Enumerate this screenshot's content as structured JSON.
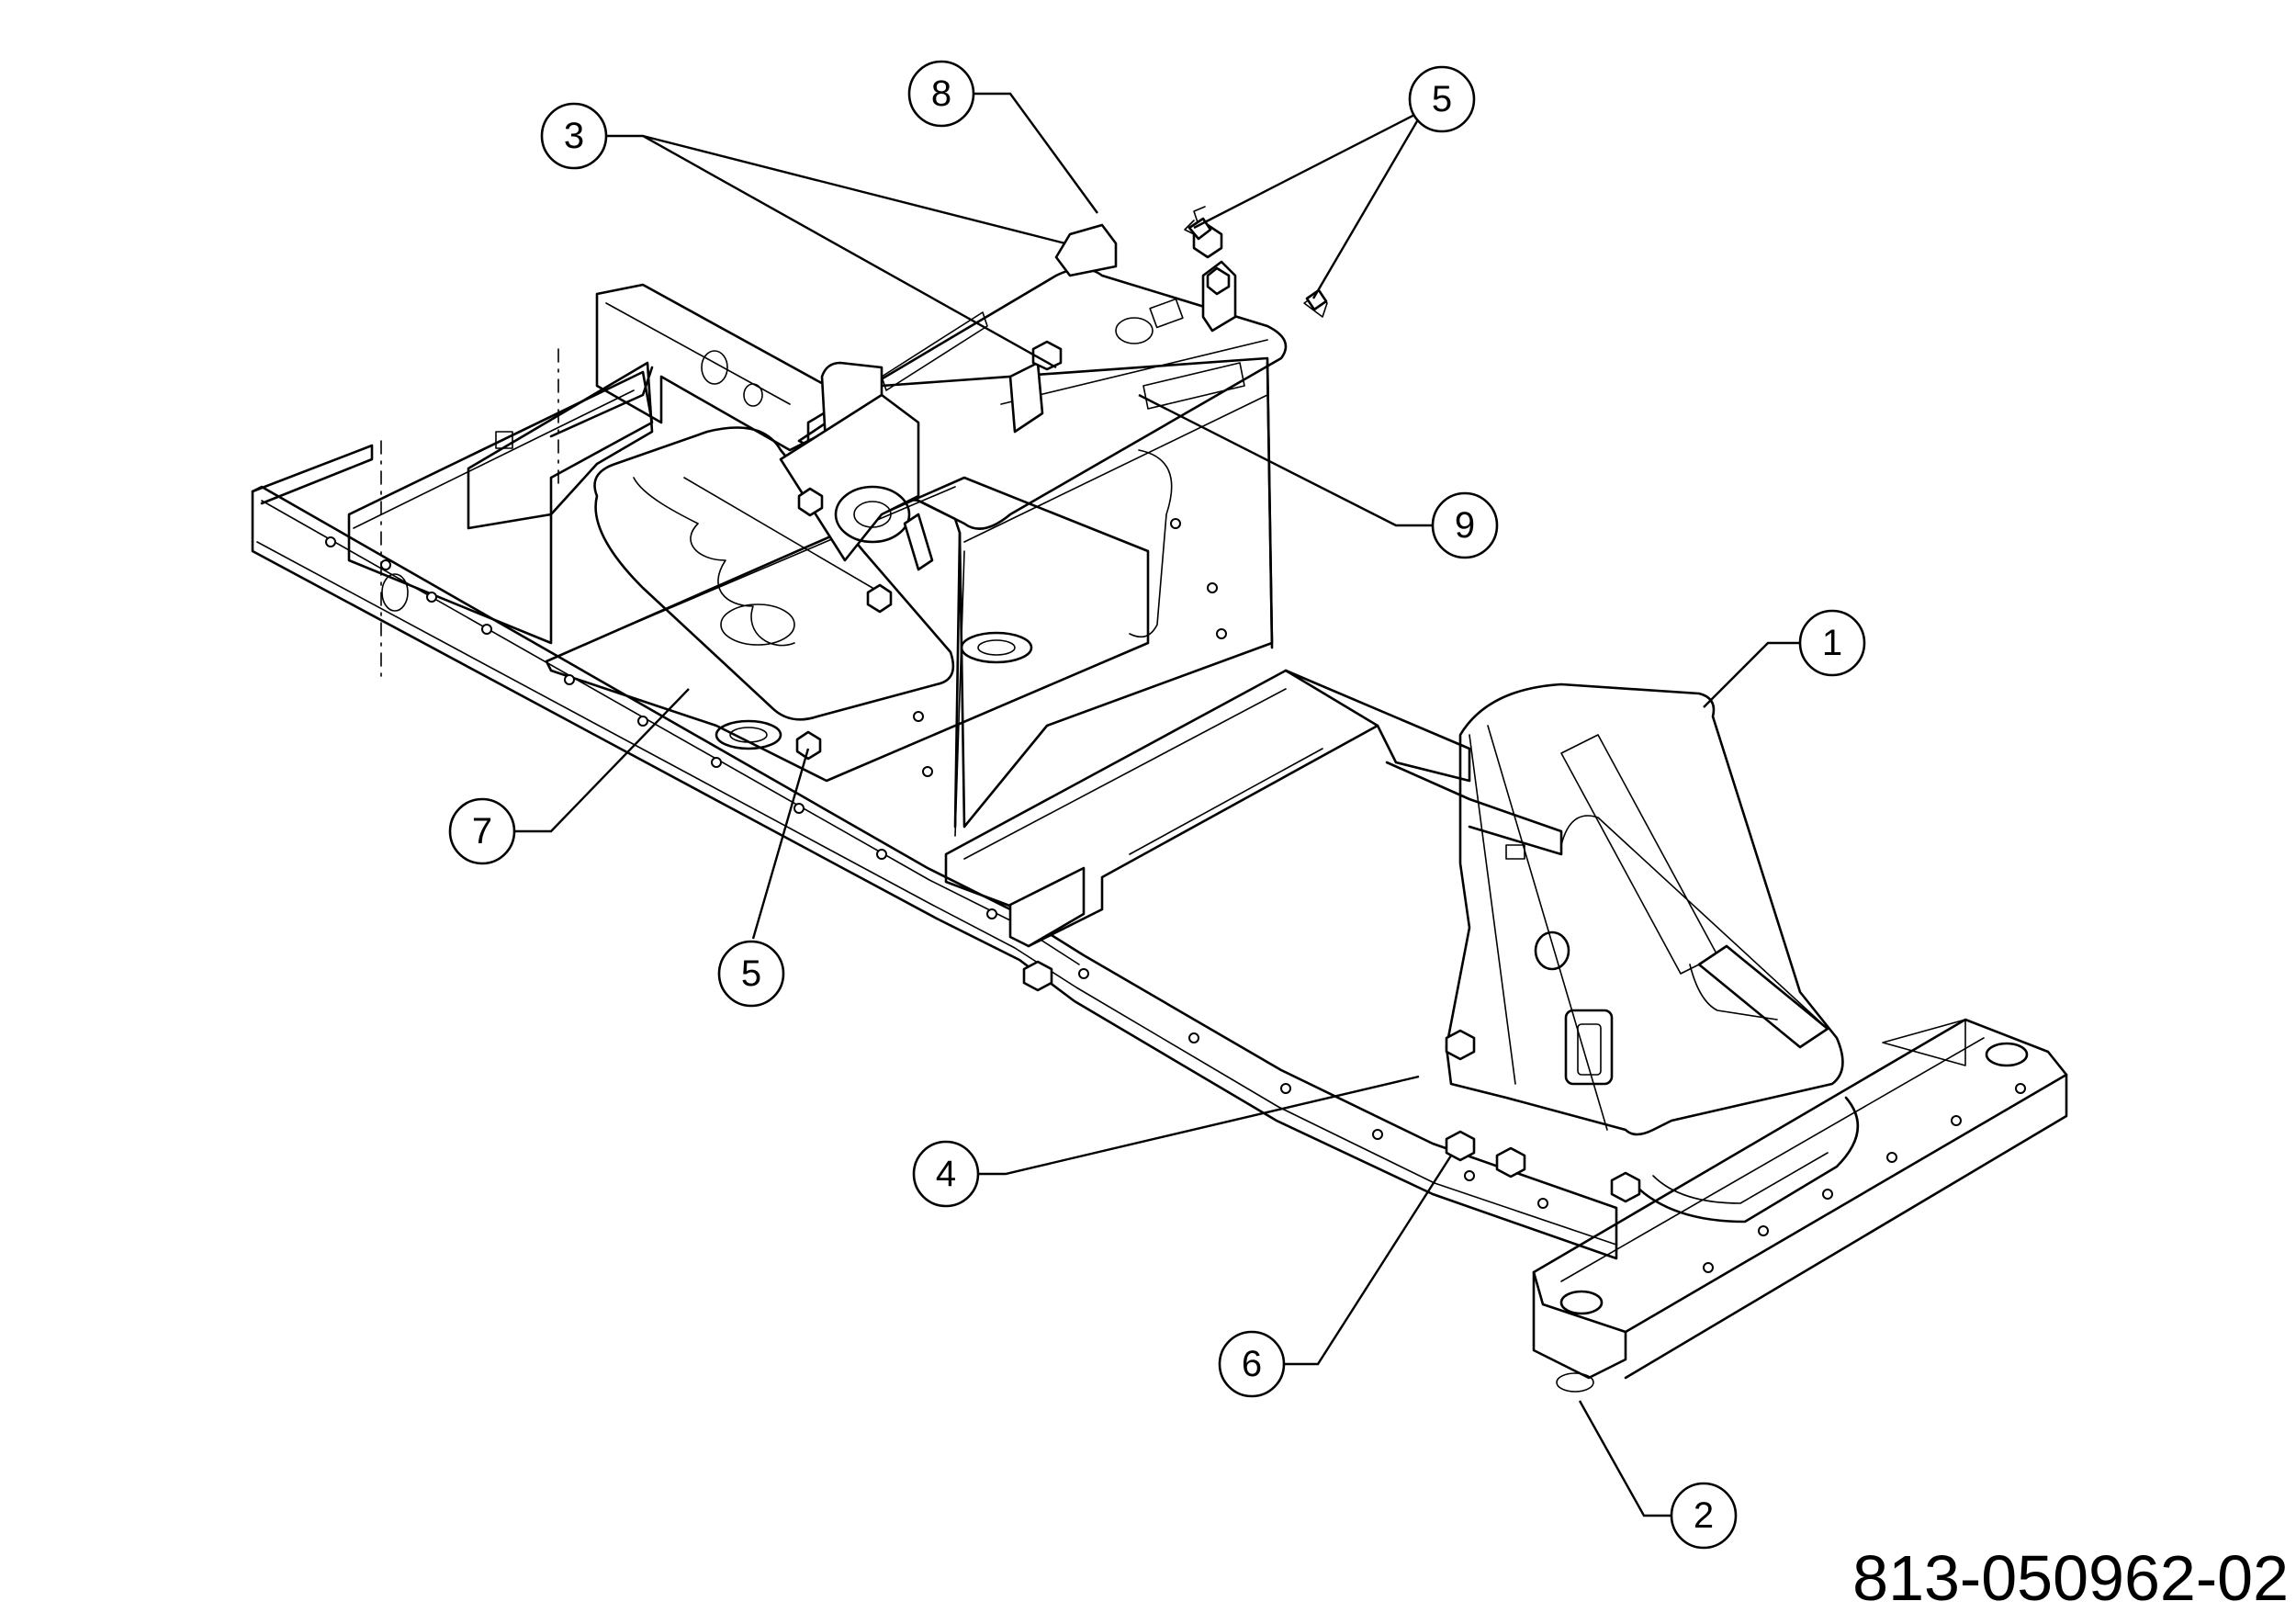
{
  "callouts": [
    {
      "label": "1"
    },
    {
      "label": "2"
    },
    {
      "label": "3"
    },
    {
      "label": "4"
    },
    {
      "label": "5"
    },
    {
      "label": "5"
    },
    {
      "label": "6"
    },
    {
      "label": "7"
    },
    {
      "label": "8"
    },
    {
      "label": "9"
    }
  ],
  "part_number": "813-050962-02"
}
